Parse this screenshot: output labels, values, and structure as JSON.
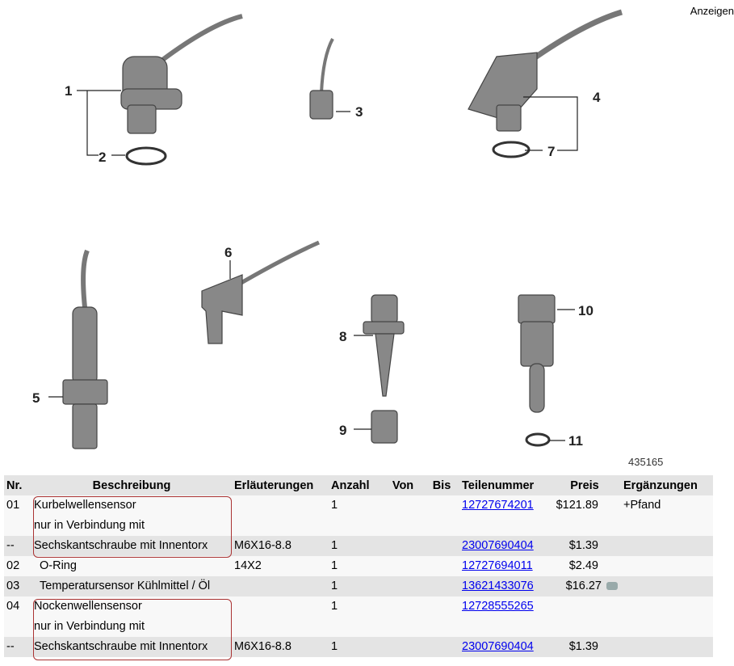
{
  "top_link": "Anzeigen",
  "diagram": {
    "callouts": [
      "1",
      "2",
      "3",
      "4",
      "5",
      "6",
      "7",
      "8",
      "9",
      "10",
      "11"
    ],
    "image_number": "435165"
  },
  "table": {
    "headers": [
      "Nr.",
      "Beschreibung",
      "Erläuterungen",
      "Anzahl",
      "Von",
      "Bis",
      "Teilenummer",
      "Preis",
      "Ergänzungen"
    ],
    "rows": [
      {
        "nr": "01",
        "desc": "Kurbelwellensensor",
        "desc2": "nur in Verbindung mit",
        "erl": "",
        "anz": "1",
        "part": "12727674201",
        "price": "$121.89",
        "erg": "+Pfand"
      },
      {
        "nr": "--",
        "desc": "Sechskantschraube mit Innentorx",
        "erl": "M6X16-8.8",
        "anz": "1",
        "part": "23007690404",
        "price": "$1.39",
        "erg": ""
      },
      {
        "nr": "02",
        "desc": "O-Ring",
        "erl": "14X2",
        "anz": "1",
        "part": "12727694011",
        "price": "$2.49",
        "erg": ""
      },
      {
        "nr": "03",
        "desc": "Temperatursensor Kühlmittel / Öl",
        "erl": "",
        "anz": "1",
        "part": "13621433076",
        "price": "$16.27",
        "erg": ""
      },
      {
        "nr": "04",
        "desc": "Nockenwellensensor",
        "desc2": "nur in Verbindung mit",
        "erl": "",
        "anz": "1",
        "part": "12728555265",
        "price": "",
        "erg": ""
      },
      {
        "nr": "--",
        "desc": "Sechskantschraube mit Innentorx",
        "erl": "M6X16-8.8",
        "anz": "1",
        "part": "23007690404",
        "price": "$1.39",
        "erg": ""
      }
    ]
  }
}
